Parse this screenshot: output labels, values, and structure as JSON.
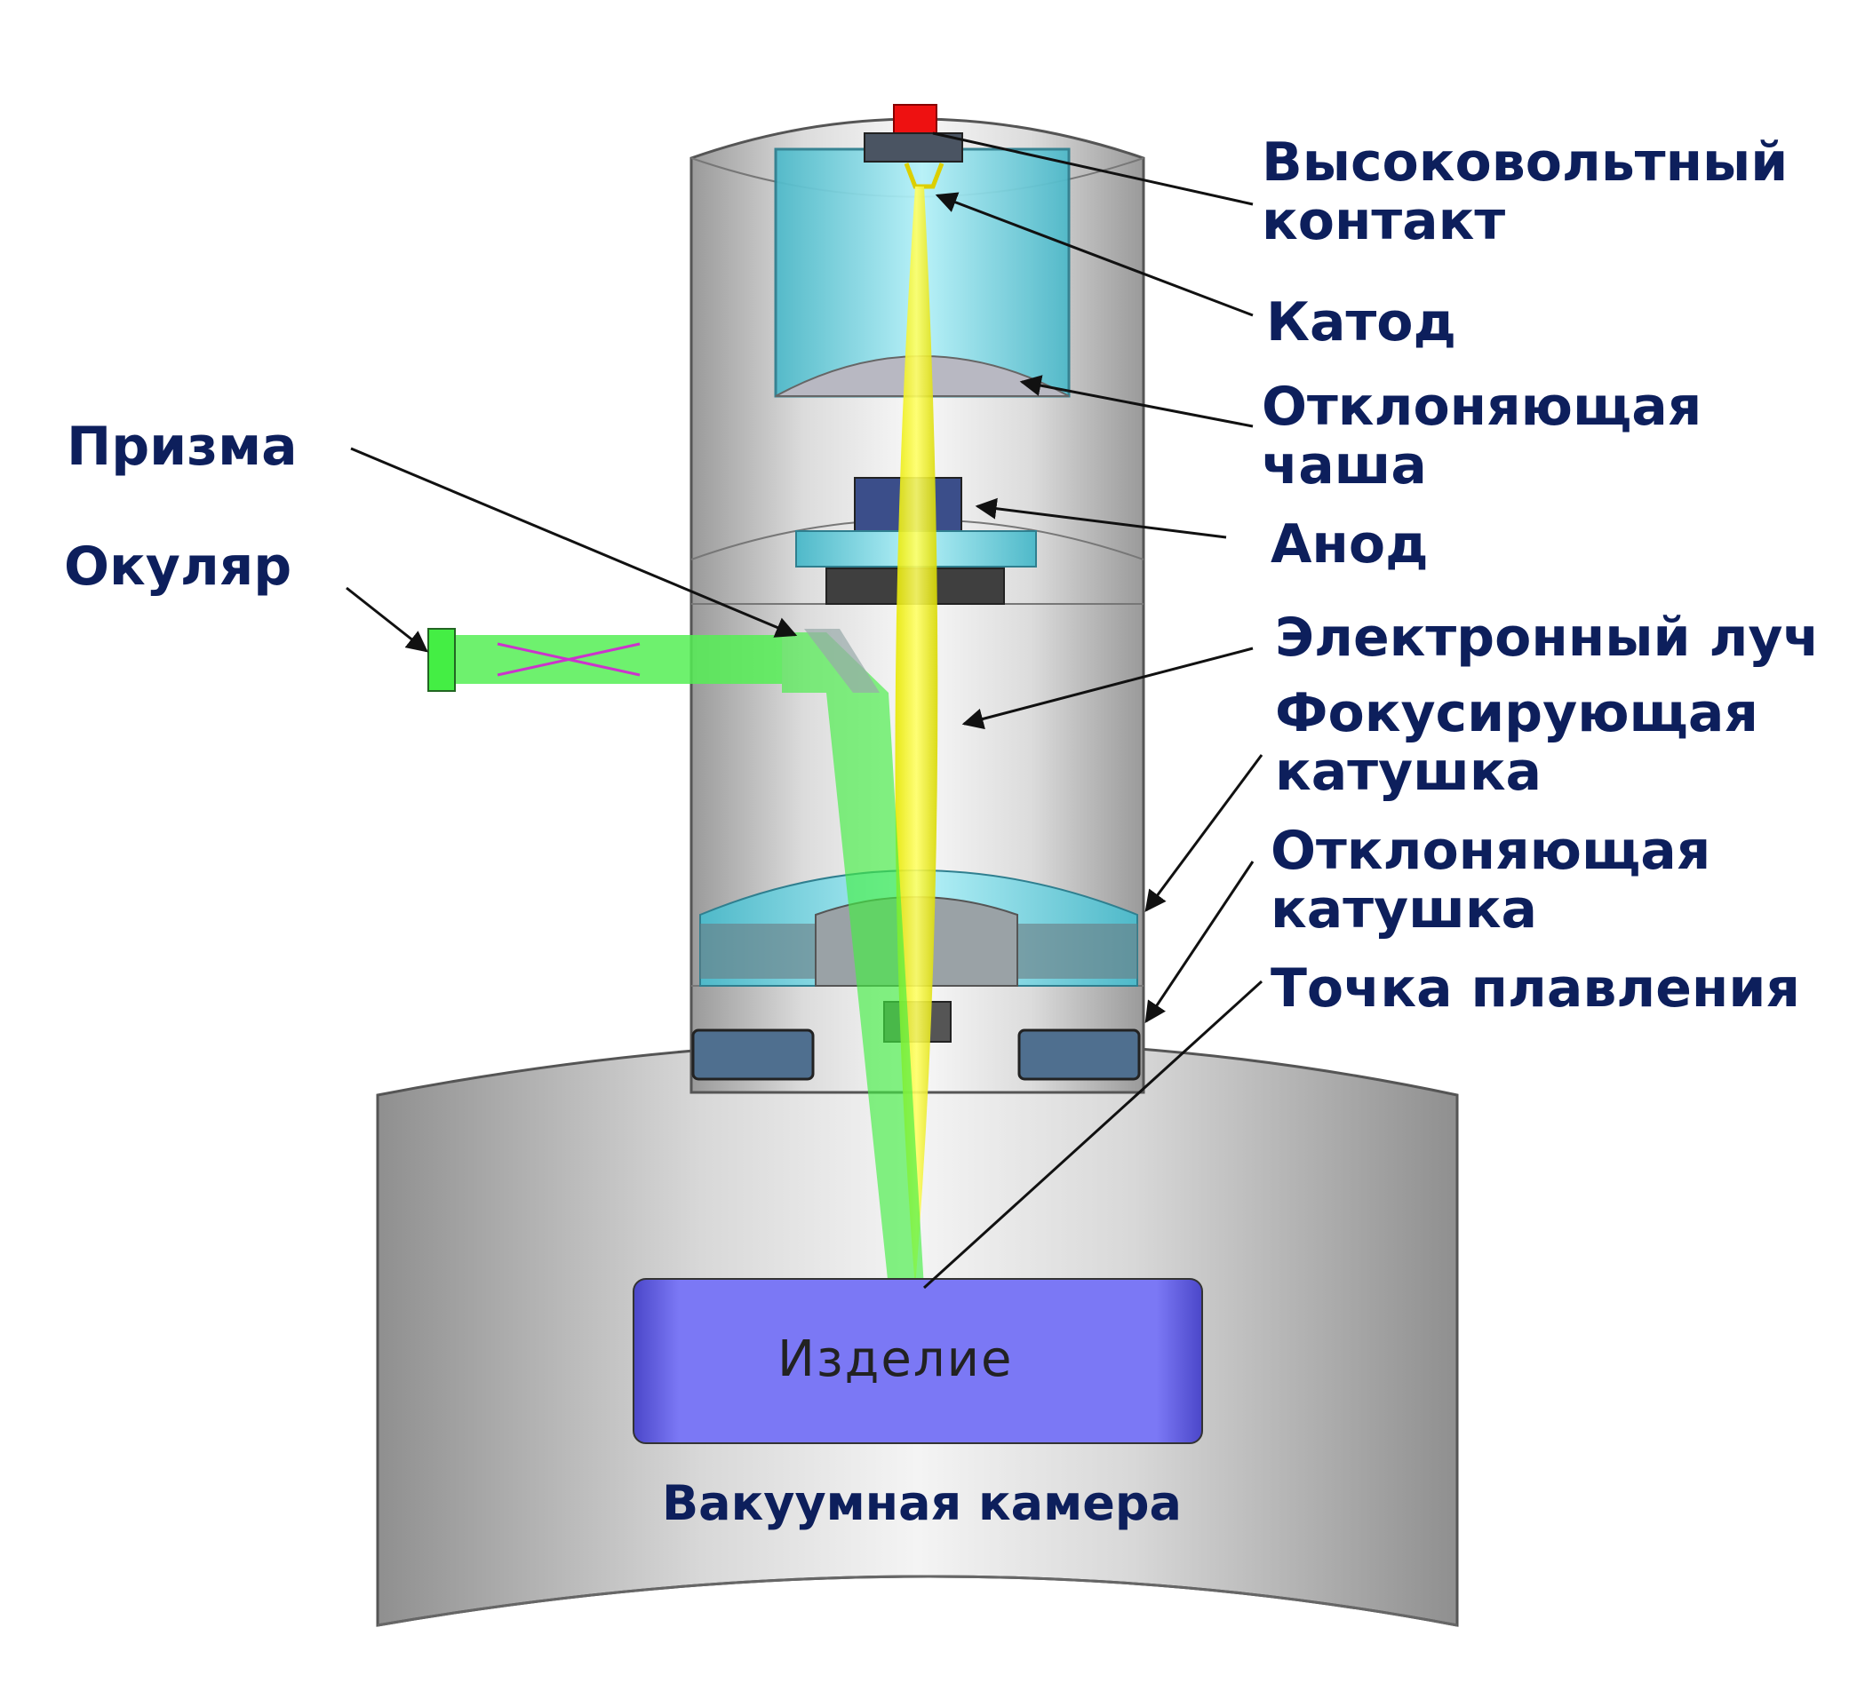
{
  "labels": {
    "hv_contact_1": "Высоковольтный",
    "hv_contact_2": "контакт",
    "cathode": "Катод",
    "deflecting_cup_1": "Отклоняющая",
    "deflecting_cup_2": "чаша",
    "anode": "Анод",
    "electron_beam": "Электронный луч",
    "focusing_coil_1": "Фокусирующая",
    "focusing_coil_2": "катушка",
    "deflecting_coil_1": "Отклоняющая",
    "deflecting_coil_2": "катушка",
    "melt_point": "Точка плавления",
    "prism": "Призма",
    "eyepiece": "Окуляр",
    "workpiece": "Изделие",
    "vacuum_chamber": "Вакуумная камера"
  },
  "colors": {
    "label_text": "#0d1f5c",
    "beam": "#f2f20a",
    "optical_path": "#33ee33",
    "workpiece": "#7b78f5",
    "housing": "#c8c8c8",
    "cup_cyan": "#8ee6f2",
    "hv_contact": "#ee1111"
  }
}
